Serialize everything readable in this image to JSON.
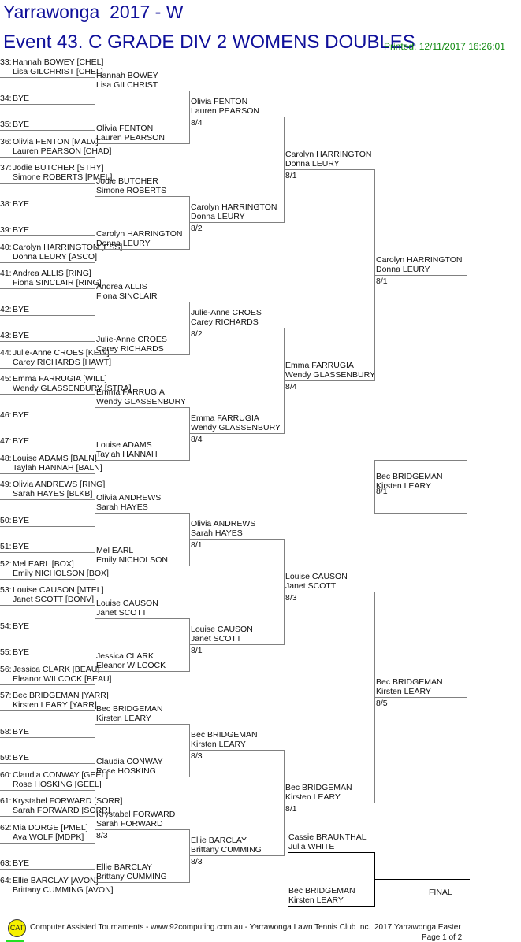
{
  "header": {
    "title": "Yarrawonga  2017 - W",
    "event": "Event 43. C GRADE DIV 2 WOMENS DOUBLES",
    "printed": "Printed: 12/11/2017 16:26:01"
  },
  "round1": [
    {
      "num": "33:",
      "names": [
        "Hannah BOWEY [CHEL]",
        "Lisa GILCHRIST [CHEL]"
      ]
    },
    {
      "num": "34:",
      "names": [
        "BYE"
      ]
    },
    {
      "num": "35:",
      "names": [
        "BYE"
      ]
    },
    {
      "num": "36:",
      "names": [
        "Olivia FENTON [MALV]",
        "Lauren PEARSON [CHAD]"
      ]
    },
    {
      "num": "37:",
      "names": [
        "Jodie BUTCHER [STHY]",
        "Simone ROBERTS [PMEL]"
      ]
    },
    {
      "num": "38:",
      "names": [
        "BYE"
      ]
    },
    {
      "num": "39:",
      "names": [
        "BYE"
      ]
    },
    {
      "num": "40:",
      "names": [
        "Carolyn HARRINGTON [ESS]",
        "Donna LEURY [ASCO]"
      ]
    },
    {
      "num": "41:",
      "names": [
        "Andrea ALLIS [RING]",
        "Fiona SINCLAIR [RING]"
      ]
    },
    {
      "num": "42:",
      "names": [
        "BYE"
      ]
    },
    {
      "num": "43:",
      "names": [
        "BYE"
      ]
    },
    {
      "num": "44:",
      "names": [
        "Julie-Anne CROES [KEW]",
        "Carey RICHARDS [HAWT]"
      ]
    },
    {
      "num": "45:",
      "names": [
        "Emma FARRUGIA [WILL]",
        "Wendy GLASSENBURY [STRA]"
      ]
    },
    {
      "num": "46:",
      "names": [
        "BYE"
      ]
    },
    {
      "num": "47:",
      "names": [
        "BYE"
      ]
    },
    {
      "num": "48:",
      "names": [
        "Louise ADAMS [BALN]",
        "Taylah HANNAH [BALN]"
      ]
    },
    {
      "num": "49:",
      "names": [
        "Olivia ANDREWS [RING]",
        "Sarah HAYES [BLKB]"
      ]
    },
    {
      "num": "50:",
      "names": [
        "BYE"
      ]
    },
    {
      "num": "51:",
      "names": [
        "BYE"
      ]
    },
    {
      "num": "52:",
      "names": [
        "Mel EARL [BOX]",
        "Emily NICHOLSON [BOX]"
      ]
    },
    {
      "num": "53:",
      "names": [
        "Louise CAUSON [MTEL]",
        "Janet SCOTT [DONV]"
      ]
    },
    {
      "num": "54:",
      "names": [
        "BYE"
      ]
    },
    {
      "num": "55:",
      "names": [
        "BYE"
      ]
    },
    {
      "num": "56:",
      "names": [
        "Jessica CLARK [BEAU]",
        "Eleanor WILCOCK [BEAU]"
      ]
    },
    {
      "num": "57:",
      "names": [
        "Bec BRIDGEMAN [YARR]",
        "Kirsten LEARY [YARR]"
      ]
    },
    {
      "num": "58:",
      "names": [
        "BYE"
      ]
    },
    {
      "num": "59:",
      "names": [
        "BYE"
      ]
    },
    {
      "num": "60:",
      "names": [
        "Claudia CONWAY [GEEL]",
        "Rose HOSKING [GEEL]"
      ]
    },
    {
      "num": "61:",
      "names": [
        "Krystabel FORWARD [SORR]",
        "Sarah FORWARD [SORR]"
      ]
    },
    {
      "num": "62:",
      "names": [
        "Mia DORGE [PMEL]",
        "Ava WOLF [MDPK]"
      ]
    },
    {
      "num": "63:",
      "names": [
        "BYE"
      ]
    },
    {
      "num": "64:",
      "names": [
        "Ellie BARCLAY [AVON]",
        "Brittany CUMMING [AVON]"
      ]
    }
  ],
  "rounds": [
    [
      {
        "names": [
          "Hannah BOWEY",
          "Lisa GILCHRIST"
        ]
      },
      {
        "names": [
          "Olivia FENTON",
          "Lauren PEARSON"
        ]
      },
      {
        "names": [
          "Jodie BUTCHER",
          "Simone ROBERTS"
        ]
      },
      {
        "names": [
          "Carolyn HARRINGTON",
          "Donna LEURY"
        ]
      },
      {
        "names": [
          "Andrea ALLIS",
          "Fiona SINCLAIR"
        ]
      },
      {
        "names": [
          "Julie-Anne CROES",
          "Carey RICHARDS"
        ]
      },
      {
        "names": [
          "Emma FARRUGIA",
          "Wendy GLASSENBURY"
        ]
      },
      {
        "names": [
          "Louise ADAMS",
          "Taylah HANNAH"
        ]
      },
      {
        "names": [
          "Olivia ANDREWS",
          "Sarah HAYES"
        ]
      },
      {
        "names": [
          "Mel EARL",
          "Emily NICHOLSON"
        ]
      },
      {
        "names": [
          "Louise CAUSON",
          "Janet SCOTT"
        ]
      },
      {
        "names": [
          "Jessica CLARK",
          "Eleanor WILCOCK"
        ]
      },
      {
        "names": [
          "Bec BRIDGEMAN",
          "Kirsten LEARY"
        ]
      },
      {
        "names": [
          "Claudia CONWAY",
          "Rose HOSKING"
        ]
      },
      {
        "names": [
          "Krystabel FORWARD",
          "Sarah FORWARD"
        ],
        "score": "8/3"
      },
      {
        "names": [
          "Ellie BARCLAY",
          "Brittany CUMMING"
        ]
      }
    ],
    [
      {
        "names": [
          "Olivia FENTON",
          "Lauren PEARSON"
        ],
        "score": "8/4"
      },
      {
        "names": [
          "Carolyn HARRINGTON",
          "Donna LEURY"
        ],
        "score": "8/2"
      },
      {
        "names": [
          "Julie-Anne CROES",
          "Carey RICHARDS"
        ],
        "score": "8/2"
      },
      {
        "names": [
          "Emma FARRUGIA",
          "Wendy GLASSENBURY"
        ],
        "score": "8/4"
      },
      {
        "names": [
          "Olivia ANDREWS",
          "Sarah HAYES"
        ],
        "score": "8/1"
      },
      {
        "names": [
          "Louise CAUSON",
          "Janet SCOTT"
        ],
        "score": "8/1"
      },
      {
        "names": [
          "Bec BRIDGEMAN",
          "Kirsten LEARY"
        ],
        "score": "8/3"
      },
      {
        "names": [
          "Ellie BARCLAY",
          "Brittany CUMMING"
        ],
        "score": "8/3"
      }
    ],
    [
      {
        "names": [
          "Carolyn HARRINGTON",
          "Donna LEURY"
        ],
        "score": "8/1"
      },
      {
        "names": [
          "Emma FARRUGIA",
          "Wendy GLASSENBURY"
        ],
        "score": "8/4"
      },
      {
        "names": [
          "Louise CAUSON",
          "Janet SCOTT"
        ],
        "score": "8/3"
      },
      {
        "names": [
          "Bec BRIDGEMAN",
          "Kirsten LEARY"
        ],
        "score": "8/1"
      }
    ],
    [
      {
        "names": [
          "Carolyn HARRINGTON",
          "Donna LEURY"
        ],
        "score": "8/1"
      },
      {
        "names": [
          "Bec BRIDGEMAN",
          "Kirsten LEARY"
        ],
        "score": "8/5"
      }
    ]
  ],
  "winner": {
    "names": [
      "Bec BRIDGEMAN",
      "Kirsten LEARY"
    ],
    "score": "8/1"
  },
  "final_section": {
    "top": {
      "names": [
        "Cassie BRAUNTHAL",
        "Julia WHITE"
      ]
    },
    "bottom": {
      "names": [
        "Bec BRIDGEMAN",
        "Kirsten LEARY"
      ]
    },
    "label": "FINAL"
  },
  "footer": {
    "logo_text": "CAT",
    "credit": "Computer Assisted Tournaments - www.92computing.com.au -  Yarrawonga Lawn Tennis Club Inc.",
    "tournament": "2017 Yarrawonga Easter",
    "page": "Page 1 of 2"
  }
}
